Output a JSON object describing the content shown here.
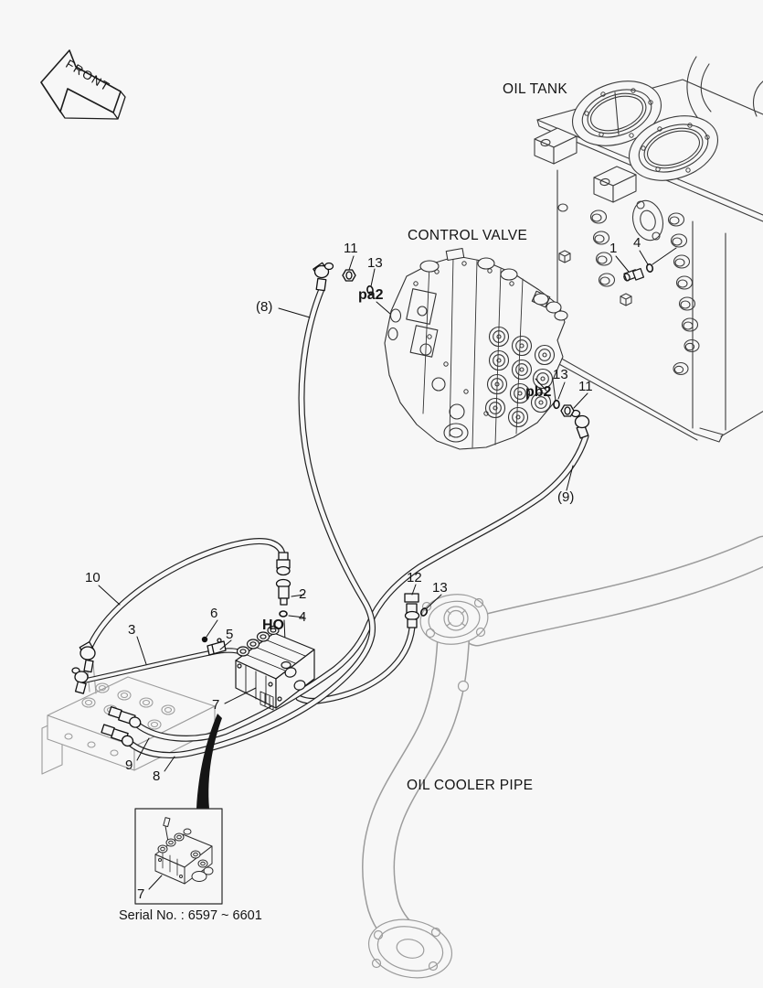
{
  "colors": {
    "background": "#f7f7f7",
    "ink": "#1c1c1c",
    "gray_part": "#9c9c9c"
  },
  "direction_arrow": {
    "label": "FRONT"
  },
  "section_labels": {
    "oil_tank": "OIL TANK",
    "control_valve": "CONTROL VALVE",
    "oil_cooler_pipe": "OIL COOLER PIPE"
  },
  "port_labels": {
    "pa2": "pa2",
    "pb2": "pb2",
    "ho": "HO"
  },
  "callouts": {
    "item1": "1",
    "item2": "2",
    "item3": "3",
    "item4_tank": "4",
    "item4_ho": "4",
    "item5": "5",
    "item6": "6",
    "item7": "7",
    "item7_inset": "7",
    "item8_hose": "(8)",
    "item8": "8",
    "item9_hose": "(9)",
    "item9": "9",
    "item10": "10",
    "item11_pa2": "11",
    "item11_pb2": "11",
    "item12": "12",
    "item13_pa2": "13",
    "item13_pb2": "13",
    "item13_cooler": "13"
  },
  "footnote": {
    "serial_note": "Serial No. : 6597 ~ 6601"
  }
}
